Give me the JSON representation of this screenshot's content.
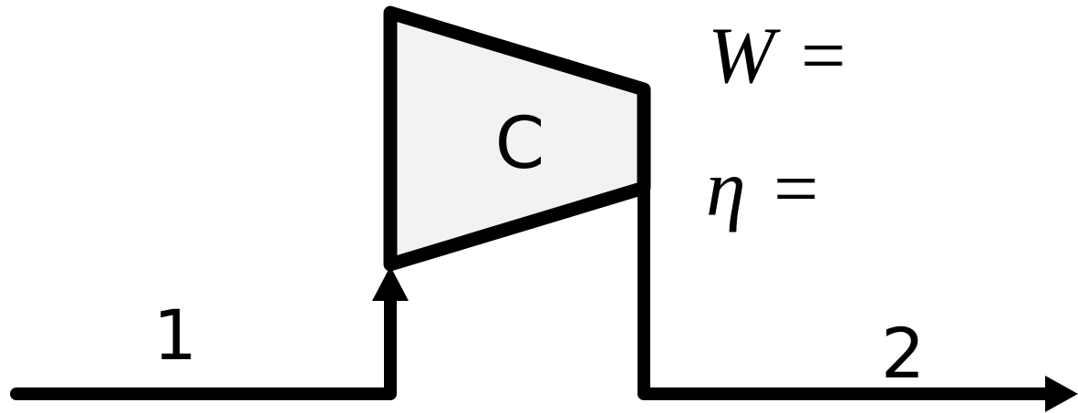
{
  "diagram": {
    "component_label": "C",
    "inlet_label": "1",
    "outlet_label": "2",
    "work": {
      "symbol": "W",
      "equals": "="
    },
    "efficiency": {
      "symbol": "η",
      "equals": "="
    },
    "colors": {
      "stroke": "#000000",
      "compressor_fill": "#f2f2f2",
      "background": "#ffffff"
    }
  }
}
